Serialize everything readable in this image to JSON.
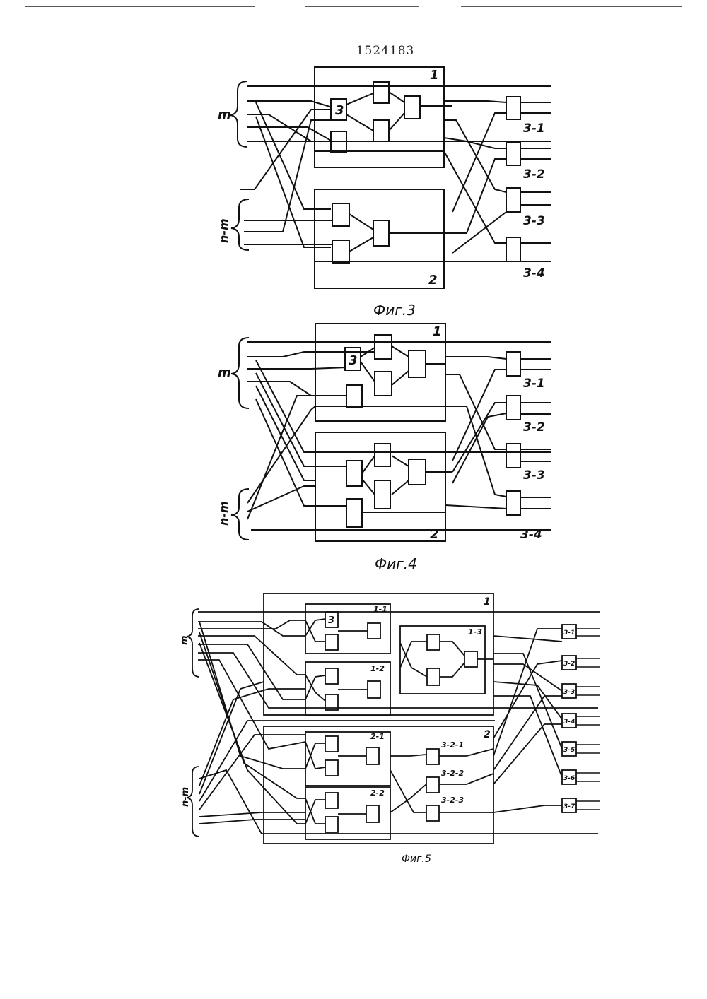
{
  "header": {
    "patent_number": "1524183"
  },
  "fig3": {
    "caption": "Фиг.3",
    "block1_label": "1",
    "block2_label": "2",
    "inner_element_label": "3",
    "group_top_label": "m",
    "group_bottom_label": "n-m",
    "outputs": [
      "3-1",
      "3-2",
      "3-3",
      "3-4"
    ]
  },
  "fig4": {
    "caption": "Фиг.4",
    "block1_label": "1",
    "block2_label": "2",
    "inner_element_label": "3",
    "group_top_label": "m",
    "group_bottom_label": "n-m",
    "outputs": [
      "3-1",
      "3-2",
      "3-3",
      "3-4"
    ]
  },
  "fig5": {
    "caption": "Фиг.5",
    "block1_label": "1",
    "block2_label": "2",
    "inner_element_label": "3",
    "sub_blocks": [
      "1-1",
      "1-2",
      "1-3",
      "2-1",
      "2-2"
    ],
    "middle_labels": [
      "3-2-1",
      "3-2-2",
      "3-2-3"
    ],
    "group_top_label": "m",
    "group_bottom_label": "n-m",
    "outputs": [
      "3-1",
      "3-2",
      "3-3",
      "3-4",
      "3-5",
      "3-6",
      "3-7"
    ]
  }
}
